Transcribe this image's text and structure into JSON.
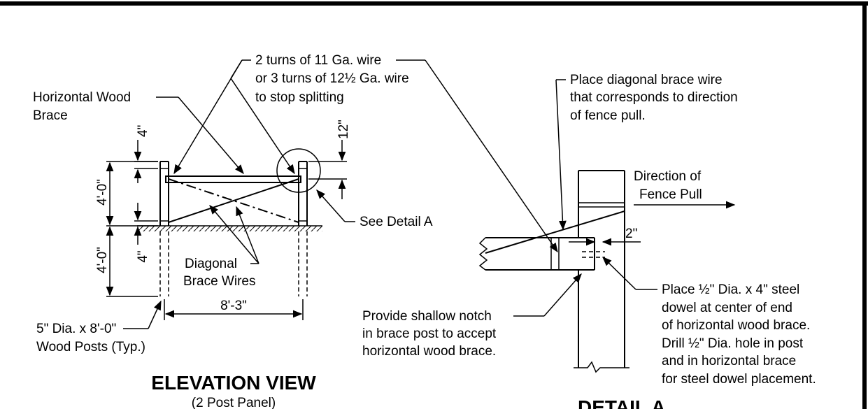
{
  "elevation": {
    "title": "ELEVATION VIEW",
    "subtitle": "(2 Post Panel)",
    "callout_wire": [
      "2 turns of 11 Ga. wire",
      "or 3 turns of 12½ Ga. wire",
      "to stop splitting"
    ],
    "callout_horizontal": [
      "Horizontal Wood",
      "Brace"
    ],
    "callout_diagonal": [
      "Diagonal",
      "Brace Wires"
    ],
    "callout_detail": "See Detail A",
    "callout_posts": [
      "5\" Dia. x 8'-0\"",
      "Wood Posts (Typ.)"
    ],
    "dim_4in_top": "4\"",
    "dim_12in": "12\"",
    "dim_4ft_above": "4'-0\"",
    "dim_4ft_below": "4'-0\"",
    "dim_4in_ground": "4\"",
    "dim_span": "8'-3\""
  },
  "detail": {
    "title": "DETAIL A",
    "callout_diag_wire": [
      "Place diagonal brace wire",
      "that corresponds to direction",
      "of fence pull."
    ],
    "direction": [
      "Direction of",
      "Fence Pull"
    ],
    "dim_2in": "2\"",
    "callout_notch": [
      "Provide shallow notch",
      "in brace post to accept",
      "horizontal wood brace."
    ],
    "callout_dowel": [
      "Place ½\" Dia. x 4\" steel",
      "dowel at center of end",
      "of horizontal wood brace.",
      "Drill ½\" Dia. hole in post",
      "and in horizontal brace",
      "for steel dowel placement."
    ]
  }
}
